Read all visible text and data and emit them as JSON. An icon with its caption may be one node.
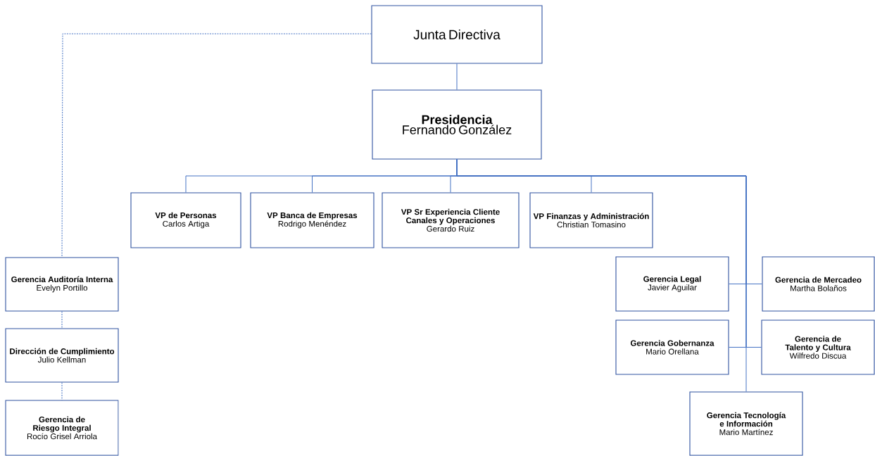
{
  "diagram": {
    "nodes": [
      {
        "text": [
          "Junta Directiva"
        ]
      },
      {
        "text": [
          "Presidencia",
          "Fernando González"
        ]
      },
      {
        "text": [
          "VP de Personas",
          "Carlos Artiga"
        ]
      },
      {
        "text": [
          "VP Banca de Empresas",
          "Rodrigo Menéndez"
        ]
      },
      {
        "text": [
          "VP Sr Experiencia Cliente Canales y Operaciones",
          "Gerardo Ruiz"
        ]
      },
      {
        "text": [
          "VP Finanzas y Administración",
          "Christian Tomasino"
        ]
      },
      {
        "text": [
          "Gerencia Auditoría Interna",
          "Evelyn Portillo"
        ]
      },
      {
        "text": [
          "Dirección de Cumplimiento",
          "Julio Kellman"
        ]
      },
      {
        "text": [
          "Gerencia de Riesgo Integral",
          "Rocío Grisel Arriola"
        ]
      },
      {
        "text": [
          "Gerencia Legal",
          "Javier Aguilar"
        ]
      },
      {
        "text": [
          "Gerencia de Mercadeo",
          "Martha Bolaños"
        ]
      },
      {
        "text": [
          "Gerencia Gobernanza",
          "Mario Orellana"
        ]
      },
      {
        "text": [
          "Gerencia de Talento y Cultura",
          "Wilfredo Discua"
        ]
      },
      {
        "text": [
          "Gerencia Tecnología e Información",
          "Mario Martínez"
        ]
      }
    ],
    "edges": [
      {
        "from": 0,
        "to": 1,
        "arrow": "none"
      },
      {
        "from": 1,
        "to": 2,
        "arrow": "none"
      },
      {
        "from": 1,
        "to": 3,
        "arrow": "none"
      },
      {
        "from": 1,
        "to": 4,
        "arrow": "none"
      },
      {
        "from": 1,
        "to": 5,
        "arrow": "none"
      },
      {
        "from": 1,
        "to": 9,
        "arrow": "none"
      },
      {
        "from": 1,
        "to": 10,
        "arrow": "none"
      },
      {
        "from": 1,
        "to": 11,
        "arrow": "none"
      },
      {
        "from": 1,
        "to": 12,
        "arrow": "none"
      },
      {
        "from": 1,
        "to": 13,
        "arrow": "none"
      },
      {
        "from": 0,
        "to": 6,
        "arrow": "none",
        "style": "dashed"
      },
      {
        "from": 6,
        "to": 7,
        "arrow": "none",
        "style": "dashed"
      },
      {
        "from": 7,
        "to": 8,
        "arrow": "none",
        "style": "dashed"
      }
    ]
  }
}
